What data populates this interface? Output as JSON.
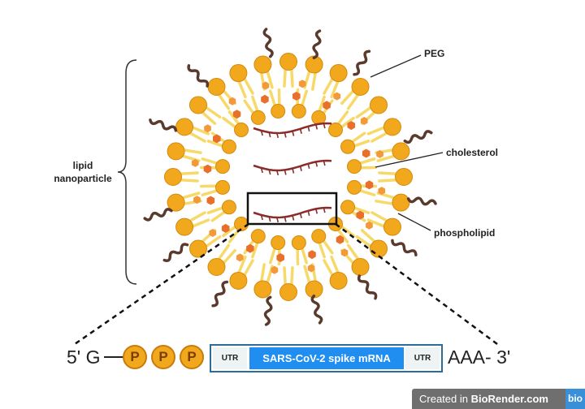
{
  "labels": {
    "lipid_nanoparticle_line1": "lipid",
    "lipid_nanoparticle_line2": "nanoparticle",
    "peg": "PEG",
    "cholesterol": "cholesterol",
    "phospholipid": "phospholipid"
  },
  "mrna_construct": {
    "five_prime": "5' G",
    "cap_phosphates": [
      "P",
      "P",
      "P"
    ],
    "utr_left": "UTR",
    "coding_sequence": "SARS-CoV-2 spike mRNA",
    "utr_right": "UTR",
    "three_prime": "AAA- 3'"
  },
  "attribution": {
    "prefix": "Created in ",
    "brand": "BioRender.com",
    "logo_text": "bio"
  },
  "colors": {
    "lipid_head": "#f2a81d",
    "lipid_tail": "#f7d96a",
    "cholesterol": "#e8702a",
    "peg": "#5b3a2e",
    "mrna": "#8b2c2c",
    "coding_sequence": "#1f8ef0"
  }
}
